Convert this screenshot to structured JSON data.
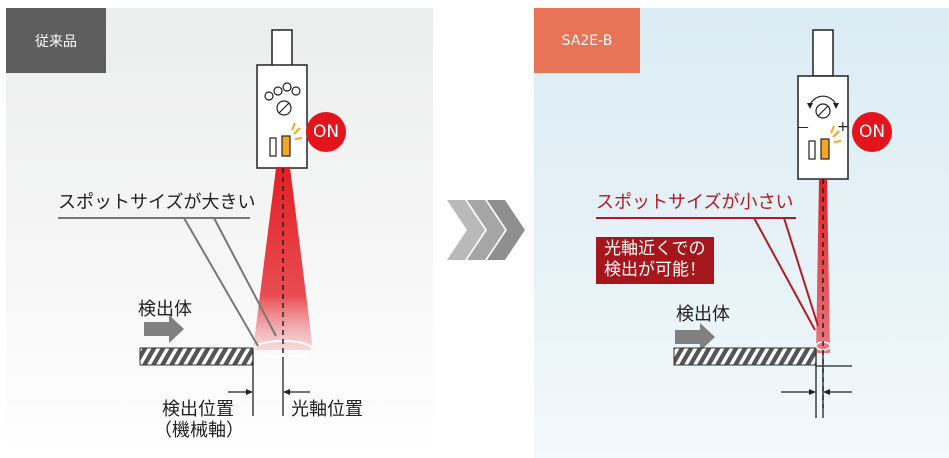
{
  "left_panel": {
    "tab_label": "従来品",
    "on_label": "ON",
    "spot_label": "スポットサイズが大きい",
    "object_label": "検出体",
    "detect_pos_label_line1": "検出位置",
    "detect_pos_label_line2": "（機械軸）",
    "optical_axis_label": "光軸位置"
  },
  "right_panel": {
    "tab_label": "SA2E-B",
    "on_label": "ON",
    "spot_label": "スポットサイズが小さい",
    "callout_line1": "光軸近くでの",
    "callout_line2": "検出が可能！",
    "object_label": "検出体",
    "minus_sign": "－",
    "plus_sign": "+"
  },
  "colors": {
    "beam_red": "#e3141b",
    "callout_red": "#a5171d",
    "spot_label_red": "#b31b24",
    "tab_left_gray": "#5e5e5e",
    "tab_right_orange": "#e77457",
    "arrow_gray": "#808080",
    "led_orange": "#f5a623"
  }
}
